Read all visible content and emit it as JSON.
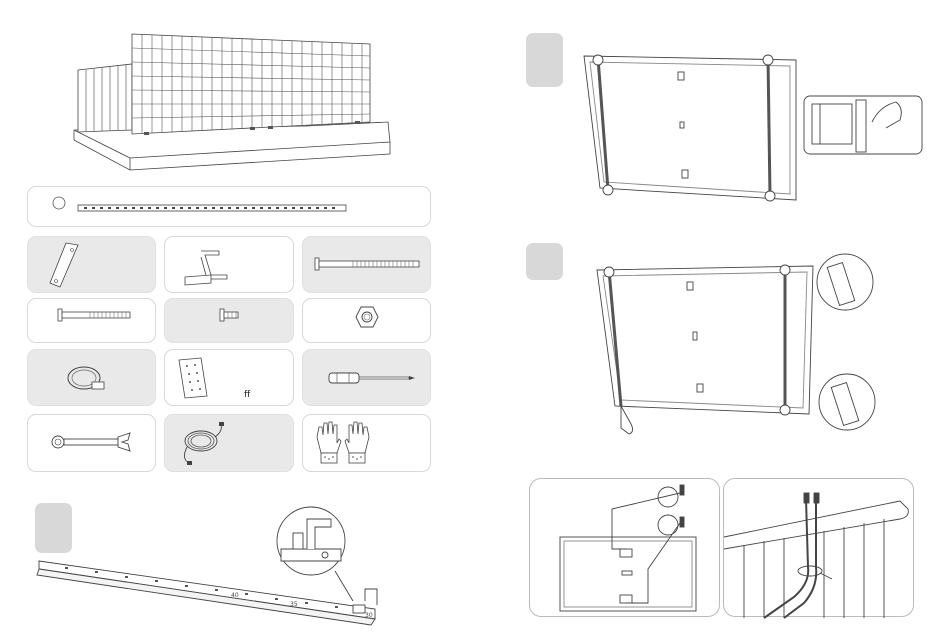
{
  "colors": {
    "line": "#444444",
    "light_line": "#8a8a8a",
    "card_grey": "#e9e9e9",
    "step_box": "#d8d8d8",
    "card_border": "#d8d8d8"
  },
  "left_page": {
    "hero": {
      "description_icon": "balcony-solar-panel-icon"
    },
    "parts_strip": {
      "icon": "mounting-rail-icon"
    },
    "parts": [
      {
        "id": "bracket-plate",
        "icon": "angled-bracket-plate-icon",
        "tone": "grey"
      },
      {
        "id": "z-hook",
        "icon": "z-hook-bracket-icon",
        "tone": "white"
      },
      {
        "id": "long-bolt",
        "icon": "long-bolt-icon",
        "tone": "grey"
      },
      {
        "id": "medium-bolt",
        "icon": "medium-bolt-icon",
        "tone": "white"
      },
      {
        "id": "short-bolt",
        "icon": "short-bolt-icon",
        "tone": "grey"
      },
      {
        "id": "nut",
        "icon": "hex-nut-icon",
        "tone": "white"
      },
      {
        "id": "hose-clamp",
        "icon": "hose-clamp-icon",
        "tone": "grey"
      },
      {
        "id": "template",
        "icon": "drill-template-icon",
        "tone": "white",
        "label": "ff"
      },
      {
        "id": "screwdriver",
        "icon": "screwdriver-icon",
        "tone": "grey"
      },
      {
        "id": "wrench",
        "icon": "wrench-icon",
        "tone": "white"
      },
      {
        "id": "cable",
        "icon": "cable-coil-icon",
        "tone": "grey"
      },
      {
        "id": "gloves",
        "icon": "gloves-icon",
        "tone": "white"
      }
    ],
    "step_rail": {
      "rail_marks": [
        "40",
        "35",
        "30"
      ]
    }
  },
  "right_page": {
    "step_a": {
      "icon": "rails-on-panel-icon"
    },
    "step_b": {
      "icon": "rails-attached-panel-icon"
    },
    "bottom_left": {
      "icon": "cable-connection-icon"
    },
    "bottom_right": {
      "icon": "cable-tie-railing-icon"
    }
  }
}
